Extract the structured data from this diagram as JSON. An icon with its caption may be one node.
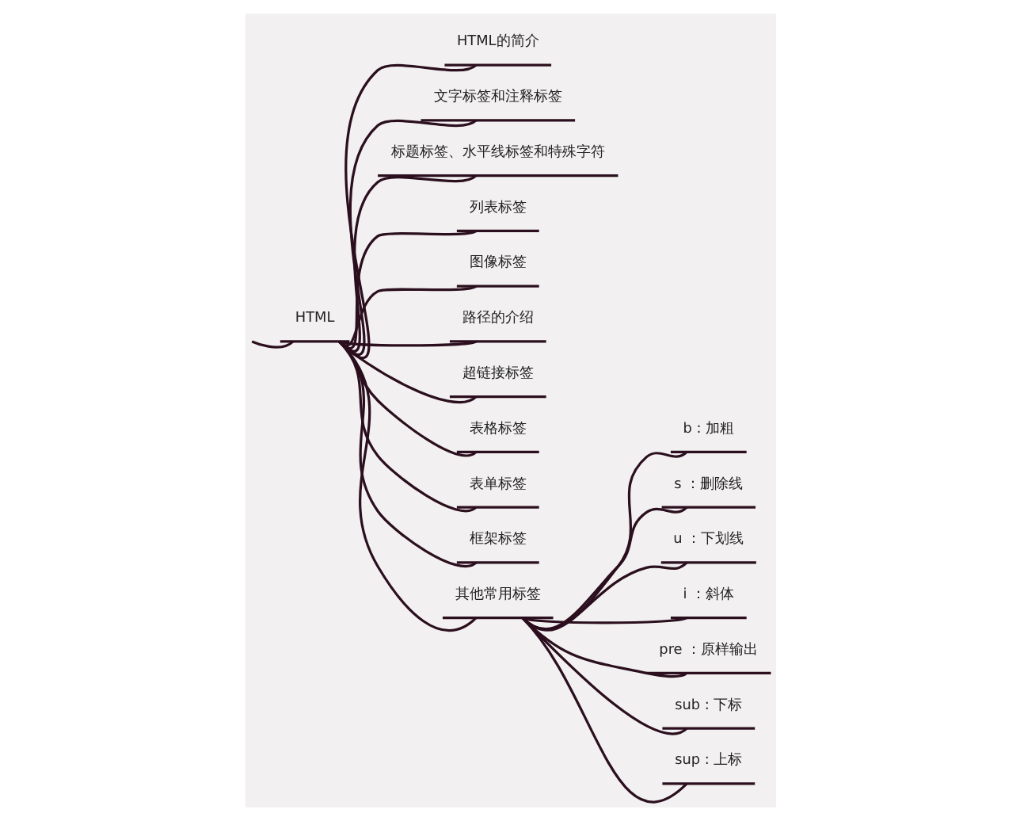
{
  "diagram": {
    "nodes": [
      {
        "text": [
          "HTML"
        ]
      },
      {
        "text": [
          "HTML的简介"
        ]
      },
      {
        "text": [
          "文字标签和注释标签"
        ]
      },
      {
        "text": [
          "标题标签、水平线标签和特殊字符"
        ]
      },
      {
        "text": [
          "列表标签"
        ]
      },
      {
        "text": [
          "图像标签"
        ]
      },
      {
        "text": [
          "路径的介绍"
        ]
      },
      {
        "text": [
          "超链接标签"
        ]
      },
      {
        "text": [
          "表格标签"
        ]
      },
      {
        "text": [
          "表单标签"
        ]
      },
      {
        "text": [
          "框架标签"
        ]
      },
      {
        "text": [
          "其他常用标签"
        ]
      },
      {
        "text": [
          "b : 加粗"
        ]
      },
      {
        "text": [
          "s ：删除线"
        ]
      },
      {
        "text": [
          "u ：下划线"
        ]
      },
      {
        "text": [
          "i ：斜体"
        ]
      },
      {
        "text": [
          "pre ：原样输出"
        ]
      },
      {
        "text": [
          "sub : 下标"
        ]
      },
      {
        "text": [
          "sup : 上标"
        ]
      }
    ],
    "edges": [
      {
        "from": null,
        "to": 0,
        "arrow": "none"
      },
      {
        "from": 0,
        "to": 1,
        "arrow": "none"
      },
      {
        "from": 0,
        "to": 2,
        "arrow": "none"
      },
      {
        "from": 0,
        "to": 3,
        "arrow": "none"
      },
      {
        "from": 0,
        "to": 4,
        "arrow": "none"
      },
      {
        "from": 0,
        "to": 5,
        "arrow": "none"
      },
      {
        "from": 0,
        "to": 6,
        "arrow": "none"
      },
      {
        "from": 0,
        "to": 7,
        "arrow": "none"
      },
      {
        "from": 0,
        "to": 8,
        "arrow": "none"
      },
      {
        "from": 0,
        "to": 9,
        "arrow": "none"
      },
      {
        "from": 0,
        "to": 10,
        "arrow": "none"
      },
      {
        "from": 0,
        "to": 11,
        "arrow": "none"
      },
      {
        "from": 11,
        "to": 12,
        "arrow": "none"
      },
      {
        "from": 11,
        "to": 13,
        "arrow": "none"
      },
      {
        "from": 11,
        "to": 14,
        "arrow": "none"
      },
      {
        "from": 11,
        "to": 15,
        "arrow": "none"
      },
      {
        "from": 11,
        "to": 16,
        "arrow": "none"
      },
      {
        "from": 11,
        "to": 17,
        "arrow": "none"
      },
      {
        "from": 11,
        "to": 18,
        "arrow": "none"
      }
    ]
  }
}
